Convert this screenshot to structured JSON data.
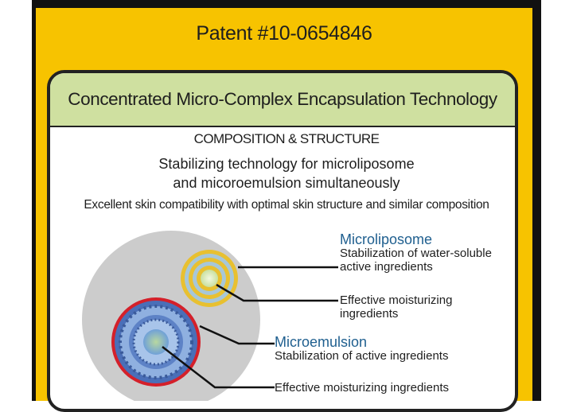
{
  "patent": {
    "title": "Patent #10-0654846"
  },
  "card": {
    "header": "Concentrated Micro-Complex Encapsulation Technology",
    "composition_label": "COMPOSITION & STRUCTURE",
    "headline_line1": "Stabilizing technology for microliposome",
    "headline_line2": "and micoroemulsion simultaneously",
    "compatibility": "Excellent skin compatibility with optimal skin structure and similar composition"
  },
  "diagram": {
    "microliposome": {
      "title": "Microliposome",
      "desc_line1": "Stabilization of water-soluble",
      "desc_line2": "active ingredients"
    },
    "moisturizing_1": {
      "line1": "Effective moisturizing",
      "line2": "ingredients"
    },
    "microemulsion": {
      "title": "Microemulsion",
      "desc": "Stabilization of active ingredients"
    },
    "moisturizing_2": "Effective moisturizing ingredients"
  },
  "colors": {
    "background_yellow": "#f7c300",
    "header_green": "#cfe0a0",
    "label_blue": "#1f5f8f",
    "particle_grey": "#cccccc",
    "liposome_yellow": "#e8c030",
    "emulsion_red": "#d4202a",
    "emulsion_blue": "#4a6fb8"
  }
}
